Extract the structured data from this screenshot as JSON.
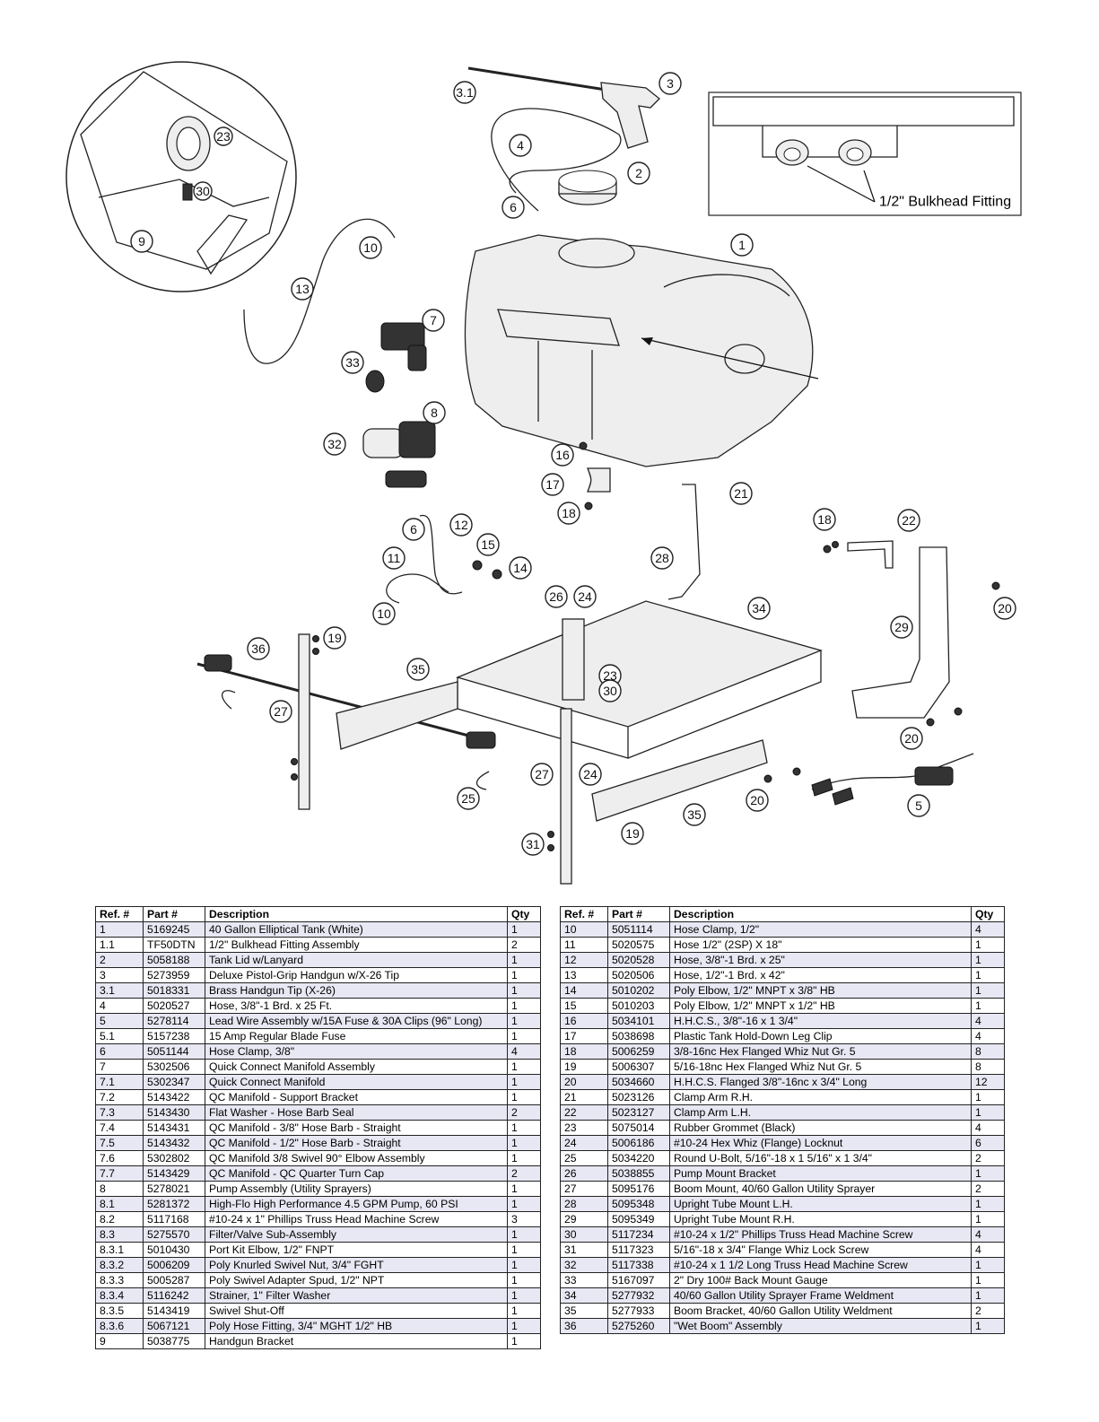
{
  "inset_label": "1/2\" Bulkhead Fitting",
  "callouts": [
    "1",
    "2",
    "3",
    "3.1",
    "4",
    "5",
    "6",
    "6",
    "7",
    "8",
    "9",
    "10",
    "10",
    "11",
    "12",
    "13",
    "14",
    "15",
    "16",
    "17",
    "18",
    "18",
    "19",
    "19",
    "20",
    "20",
    "20",
    "21",
    "22",
    "23",
    "23",
    "24",
    "24",
    "25",
    "26",
    "27",
    "27",
    "28",
    "29",
    "30",
    "30",
    "31",
    "32",
    "33",
    "34",
    "35",
    "35",
    "36"
  ],
  "table_headers": {
    "ref": "Ref. #",
    "part": "Part #",
    "desc": "Description",
    "qty": "Qty"
  },
  "left_table": [
    {
      "ref": "1",
      "part": "5169245",
      "desc": "40 Gallon Elliptical Tank (White)",
      "qty": "1"
    },
    {
      "ref": "1.1",
      "part": "TF50DTN",
      "desc": "1/2\" Bulkhead Fitting Assembly",
      "qty": "2"
    },
    {
      "ref": "2",
      "part": "5058188",
      "desc": "Tank Lid w/Lanyard",
      "qty": "1"
    },
    {
      "ref": "3",
      "part": "5273959",
      "desc": "Deluxe Pistol-Grip Handgun w/X-26 Tip",
      "qty": "1"
    },
    {
      "ref": "3.1",
      "part": "5018331",
      "desc": "Brass Handgun Tip (X-26)",
      "qty": "1"
    },
    {
      "ref": "4",
      "part": "5020527",
      "desc": "Hose, 3/8\"-1 Brd. x 25 Ft.",
      "qty": "1"
    },
    {
      "ref": "5",
      "part": "5278114",
      "desc": "Lead Wire Assembly w/15A Fuse & 30A Clips (96\" Long)",
      "qty": "1"
    },
    {
      "ref": "5.1",
      "part": "5157238",
      "desc": "15 Amp Regular Blade Fuse",
      "qty": "1"
    },
    {
      "ref": "6",
      "part": "5051144",
      "desc": "Hose Clamp, 3/8\"",
      "qty": "4"
    },
    {
      "ref": "7",
      "part": "5302506",
      "desc": "Quick Connect Manifold Assembly",
      "qty": "1"
    },
    {
      "ref": "7.1",
      "part": "5302347",
      "desc": "Quick Connect Manifold",
      "qty": "1"
    },
    {
      "ref": "7.2",
      "part": "5143422",
      "desc": "QC Manifold - Support Bracket",
      "qty": "1"
    },
    {
      "ref": "7.3",
      "part": "5143430",
      "desc": "Flat Washer - Hose Barb Seal",
      "qty": "2"
    },
    {
      "ref": "7.4",
      "part": "5143431",
      "desc": "QC Manifold - 3/8\" Hose Barb - Straight",
      "qty": "1"
    },
    {
      "ref": "7.5",
      "part": "5143432",
      "desc": "QC Manifold - 1/2\" Hose Barb - Straight",
      "qty": "1"
    },
    {
      "ref": "7.6",
      "part": "5302802",
      "desc": "QC Manifold 3/8 Swivel 90° Elbow Assembly",
      "qty": "1"
    },
    {
      "ref": "7.7",
      "part": "5143429",
      "desc": "QC Manifold - QC Quarter Turn Cap",
      "qty": "2"
    },
    {
      "ref": "8",
      "part": "5278021",
      "desc": "Pump Assembly (Utility Sprayers)",
      "qty": "1"
    },
    {
      "ref": "8.1",
      "part": "5281372",
      "desc": "High-Flo High Performance 4.5 GPM Pump, 60 PSI",
      "qty": "1"
    },
    {
      "ref": "8.2",
      "part": "5117168",
      "desc": "#10-24 x 1\" Phillips Truss Head Machine Screw",
      "qty": "3"
    },
    {
      "ref": "8.3",
      "part": "5275570",
      "desc": "Filter/Valve Sub-Assembly",
      "qty": "1"
    },
    {
      "ref": "8.3.1",
      "part": "5010430",
      "desc": "Port Kit Elbow, 1/2\" FNPT",
      "qty": "1"
    },
    {
      "ref": "8.3.2",
      "part": "5006209",
      "desc": "Poly Knurled Swivel Nut, 3/4\" FGHT",
      "qty": "1"
    },
    {
      "ref": "8.3.3",
      "part": "5005287",
      "desc": "Poly Swivel Adapter Spud, 1/2\" NPT",
      "qty": "1"
    },
    {
      "ref": "8.3.4",
      "part": "5116242",
      "desc": "Strainer, 1\" Filter Washer",
      "qty": "1"
    },
    {
      "ref": "8.3.5",
      "part": "5143419",
      "desc": "Swivel Shut-Off",
      "qty": "1"
    },
    {
      "ref": "8.3.6",
      "part": "5067121",
      "desc": "Poly Hose Fitting, 3/4\" MGHT 1/2\" HB",
      "qty": "1"
    },
    {
      "ref": "9",
      "part": "5038775",
      "desc": "Handgun Bracket",
      "qty": "1"
    }
  ],
  "right_table": [
    {
      "ref": "10",
      "part": "5051114",
      "desc": "Hose Clamp, 1/2\"",
      "qty": "4"
    },
    {
      "ref": "11",
      "part": "5020575",
      "desc": "Hose 1/2\" (2SP) X 18\"",
      "qty": "1"
    },
    {
      "ref": "12",
      "part": "5020528",
      "desc": "Hose, 3/8\"-1 Brd. x 25\"",
      "qty": "1"
    },
    {
      "ref": "13",
      "part": "5020506",
      "desc": "Hose, 1/2\"-1 Brd. x 42\"",
      "qty": "1"
    },
    {
      "ref": "14",
      "part": "5010202",
      "desc": "Poly Elbow, 1/2\" MNPT x 3/8\" HB",
      "qty": "1"
    },
    {
      "ref": "15",
      "part": "5010203",
      "desc": "Poly Elbow, 1/2\" MNPT x 1/2\" HB",
      "qty": "1"
    },
    {
      "ref": "16",
      "part": "5034101",
      "desc": "H.H.C.S., 3/8\"-16 x 1 3/4\"",
      "qty": "4"
    },
    {
      "ref": "17",
      "part": "5038698",
      "desc": "Plastic Tank Hold-Down Leg Clip",
      "qty": "4"
    },
    {
      "ref": "18",
      "part": "5006259",
      "desc": "3/8-16nc Hex Flanged Whiz Nut Gr. 5",
      "qty": "8"
    },
    {
      "ref": "19",
      "part": "5006307",
      "desc": "5/16-18nc Hex Flanged Whiz Nut Gr. 5",
      "qty": "8"
    },
    {
      "ref": "20",
      "part": "5034660",
      "desc": "H.H.C.S. Flanged 3/8\"-16nc x 3/4\" Long",
      "qty": "12"
    },
    {
      "ref": "21",
      "part": "5023126",
      "desc": "Clamp Arm R.H.",
      "qty": "1"
    },
    {
      "ref": "22",
      "part": "5023127",
      "desc": "Clamp Arm L.H.",
      "qty": "1"
    },
    {
      "ref": "23",
      "part": "5075014",
      "desc": "Rubber Grommet (Black)",
      "qty": "4"
    },
    {
      "ref": "24",
      "part": "5006186",
      "desc": "#10-24 Hex Whiz (Flange) Locknut",
      "qty": "6"
    },
    {
      "ref": "25",
      "part": "5034220",
      "desc": "Round U-Bolt, 5/16\"-18 x 1 5/16\" x 1 3/4\"",
      "qty": "2"
    },
    {
      "ref": "26",
      "part": "5038855",
      "desc": "Pump Mount Bracket",
      "qty": "1"
    },
    {
      "ref": "27",
      "part": "5095176",
      "desc": "Boom Mount, 40/60 Gallon Utility Sprayer",
      "qty": "2"
    },
    {
      "ref": "28",
      "part": "5095348",
      "desc": "Upright Tube Mount L.H.",
      "qty": "1"
    },
    {
      "ref": "29",
      "part": "5095349",
      "desc": "Upright Tube Mount R.H.",
      "qty": "1"
    },
    {
      "ref": "30",
      "part": "5117234",
      "desc": "#10-24 x 1/2\" Phillips Truss Head Machine Screw",
      "qty": "4"
    },
    {
      "ref": "31",
      "part": "5117323",
      "desc": "5/16\"-18 x 3/4\" Flange Whiz Lock Screw",
      "qty": "4"
    },
    {
      "ref": "32",
      "part": "5117338",
      "desc": "#10-24 x 1 1/2 Long Truss Head Machine Screw",
      "qty": "1"
    },
    {
      "ref": "33",
      "part": "5167097",
      "desc": "2\" Dry 100# Back Mount Gauge",
      "qty": "1"
    },
    {
      "ref": "34",
      "part": "5277932",
      "desc": "40/60 Gallon Utility Sprayer Frame Weldment",
      "qty": "1"
    },
    {
      "ref": "35",
      "part": "5277933",
      "desc": "Boom Bracket, 40/60 Gallon Utility Weldment",
      "qty": "2"
    },
    {
      "ref": "36",
      "part": "5275260",
      "desc": "\"Wet Boom\" Assembly",
      "qty": "1"
    }
  ]
}
